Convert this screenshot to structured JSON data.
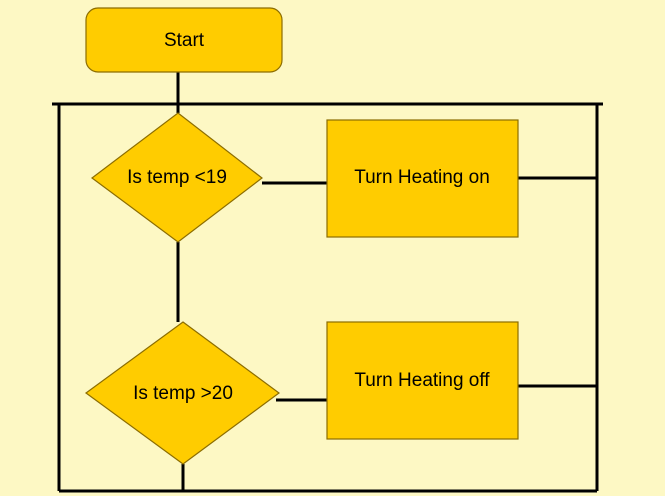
{
  "diagram": {
    "nodes": {
      "start": {
        "label": "Start",
        "shape": "rounded-rectangle"
      },
      "decision_low": {
        "label": "Is temp <19",
        "shape": "diamond"
      },
      "action_on": {
        "label": "Turn Heating on",
        "shape": "rectangle"
      },
      "decision_high": {
        "label": "Is temp >20",
        "shape": "diamond"
      },
      "action_off": {
        "label": "Turn Heating off",
        "shape": "rectangle"
      }
    },
    "edges": [
      {
        "from": "start",
        "to": "decision_low"
      },
      {
        "from": "decision_low",
        "to": "action_on"
      },
      {
        "from": "decision_low",
        "to": "decision_high"
      },
      {
        "from": "decision_high",
        "to": "action_off"
      },
      {
        "from": "action_on",
        "to": "loop-frame"
      },
      {
        "from": "action_off",
        "to": "loop-frame"
      },
      {
        "from": "decision_high",
        "to": "loop-frame"
      }
    ]
  },
  "colors": {
    "background": "#fdf8c4",
    "node_fill": "#ffcc00",
    "node_stroke": "#8c6d00",
    "line": "#000000"
  }
}
